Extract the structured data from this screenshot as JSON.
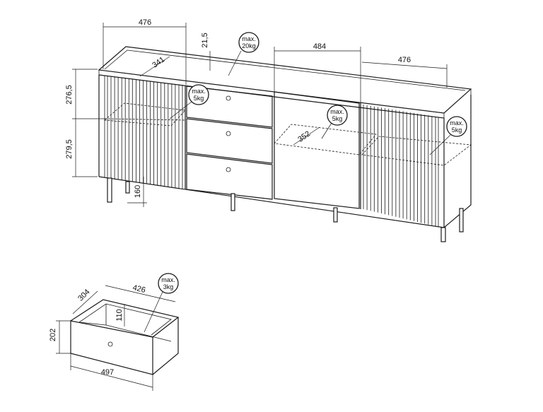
{
  "sideboard": {
    "dimensions": {
      "left_section_width": "476",
      "top_thickness": "21,5",
      "middle_section_width": "484",
      "right_section_width": "476",
      "inner_depth": "341",
      "upper_shelf_height": "276,5",
      "lower_shelf_height": "279,5",
      "leg_height": "160",
      "shelf_depth": "352"
    },
    "load_badges": {
      "top_line1": "max.",
      "top_line2": "20kg",
      "left_shelf_line1": "max.",
      "left_shelf_line2": "5kg",
      "middle_shelf_line1": "max.",
      "middle_shelf_line2": "5kg",
      "right_shelf_line1": "max.",
      "right_shelf_line2": "5kg"
    }
  },
  "drawer": {
    "dimensions": {
      "depth": "304",
      "inner_width": "426",
      "inner_height": "110",
      "front_height": "202",
      "front_width": "497"
    },
    "load_badge": {
      "line1": "max.",
      "line2": "3kg"
    }
  }
}
